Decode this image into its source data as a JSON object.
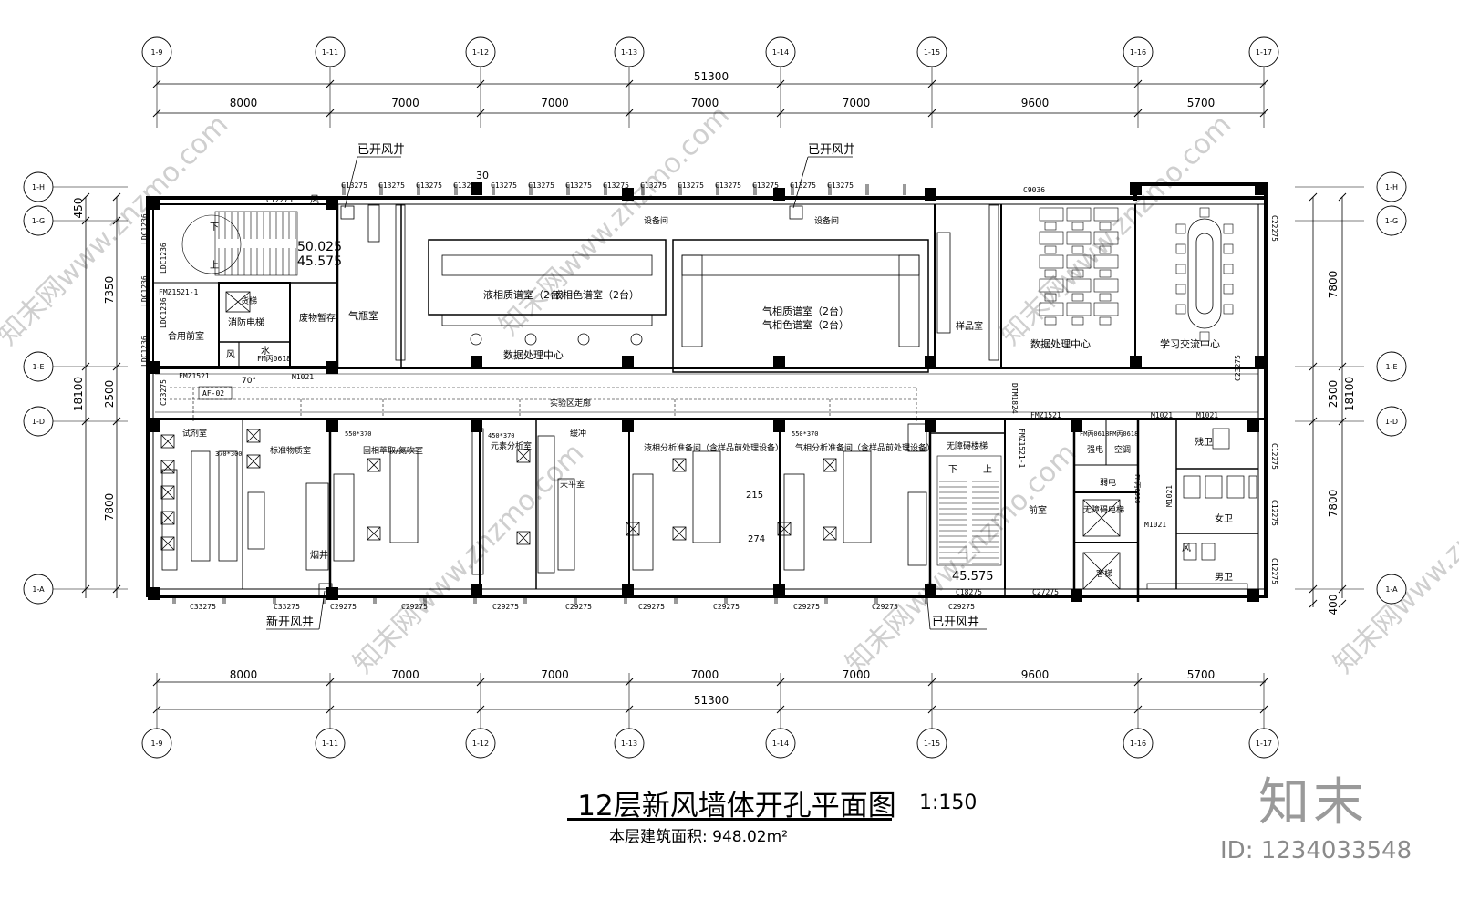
{
  "drawing": {
    "title": "12层新风墙体开孔平面图",
    "scale": "1:150",
    "area_note": "本层建筑面积: 948.02m²",
    "brand": "知末",
    "image_id": "ID: 1234033548",
    "watermark": "知末网www.znzmo.com"
  },
  "axes": {
    "columns": [
      "1-9",
      "1-11",
      "1-12",
      "1-13",
      "1-14",
      "1-15",
      "1-16",
      "1-17"
    ],
    "rows": [
      "1-H",
      "1-G",
      "1-E",
      "1-D",
      "1-A"
    ]
  },
  "dimensions": {
    "overall": "51300",
    "spans": [
      "8000",
      "7000",
      "7000",
      "7000",
      "7000",
      "9600",
      "5700"
    ],
    "left": [
      "450",
      "7350",
      "2500",
      "7800"
    ],
    "left_total": "18100",
    "right": [
      "7800",
      "2500",
      "7800",
      "400"
    ],
    "right_total": "18100"
  },
  "rooms": {
    "equipment1": "设备间",
    "equipment2": "设备间",
    "lcms": "液相质谱室（2台）",
    "lc": "液相色谱室（2台）",
    "gcms": "气相质谱室（2台）",
    "gc": "气相色谱室（2台）",
    "data_center1": "数据处理中心",
    "sample": "样品室",
    "data_center2": "数据处理中心",
    "study_center": "学习交流中心",
    "gas_bottle": "气瓶室",
    "waste": "废物暂存",
    "shared_lobby": "合用前室",
    "fire_elevator": "消防电梯",
    "freight_elevator": "货梯",
    "water": "水",
    "wind": "风",
    "corridor": "实验区走廊",
    "reagent": "试剂室",
    "standard": "标准物质室",
    "solid_nitrogen": "固相萃取/氮吹室",
    "element": "元素分析室",
    "balance": "天平室",
    "buffer": "缓冲",
    "lc_prep": "液相分析准备间（含样品前处理设备）",
    "gc_prep": "气相分析准备间（含样品前处理设备）",
    "smoke_stair": "无障碍楼梯",
    "front_room": "前室",
    "strong_elec": "强电",
    "weak_elec": "弱电",
    "ac": "空调",
    "accessible_wc": "残卫",
    "female_wc": "女卫",
    "male_wc": "男卫",
    "flue": "烟井",
    "stair_down": "下",
    "stair_up": "上",
    "accessible_elevator": "无障碍电梯",
    "elevator": "客梯",
    "stair_down2": "下",
    "stair_up2": "上"
  },
  "callouts": {
    "shaft_existing": "已开风井",
    "shaft_new": "新开风井",
    "elev_a": "50.025",
    "elev_b": "45.575",
    "elev_c": "45.575",
    "dim_30": "30",
    "dim_215": "215",
    "dim_274": "274",
    "angle": "70°",
    "duct1": "550*370",
    "duct2": "550*370",
    "duct3": "450*370",
    "duct4": "370*300"
  },
  "openings": {
    "top_windows": [
      "C13275",
      "C13275",
      "C13275",
      "C13275",
      "C13275",
      "C13275",
      "C13275",
      "C13275",
      "C13275",
      "C13275",
      "C13275",
      "C13275",
      "C13275",
      "C13275"
    ],
    "c12275_top": "C12275",
    "c9036": "C9036",
    "c22275": "C22275",
    "c23275_r": "C23275",
    "c23275_l": "C23275",
    "bottom_windows": [
      "C33275",
      "C33275",
      "C29275",
      "C29275",
      "C29275",
      "C29275",
      "C29275",
      "C29275",
      "C29275",
      "C29275",
      "C29275"
    ],
    "c18275": "C18275",
    "c27275": "C27275",
    "c12275_r1": "C12275",
    "c12275_r2": "C12275",
    "c12275_r3": "C12275",
    "ldc1236_a": "LDC1236",
    "ldc1236_b": "LDC1236",
    "ldc1236_c": "LDC1236",
    "ldc1236_d": "LDC1236",
    "ldc1236_e": "LDC1236",
    "fm1521_1": "FMZ1521-1",
    "fm1521": "FMZ1521",
    "fmz1521_r": "FMZ1521",
    "fmz1521_1r": "FMZ1521-1",
    "fm0618": "FM丙0618",
    "m1021_a": "M1021",
    "m1021_b": "M1021",
    "m1021_c": "M1021",
    "m1021_d": "M1021",
    "m1021_e": "M1021",
    "dtm1824": "DTM1824",
    "fm0618_r1": "FM丙0618",
    "fm0618_r2": "FM丙0618",
    "fm0618_r3": "FM丙0618",
    "af02": "AF-02"
  }
}
